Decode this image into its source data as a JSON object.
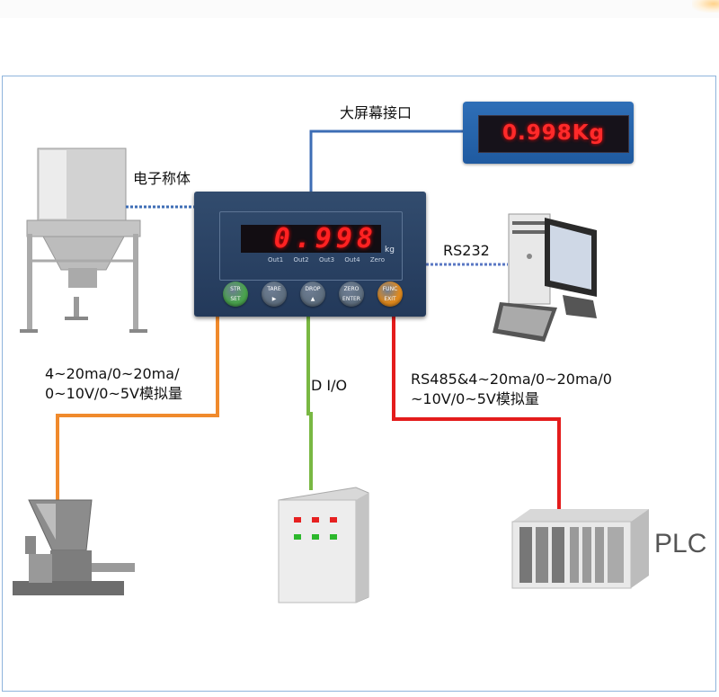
{
  "labels": {
    "big_screen_interface": "大屏幕接口",
    "load_cell": "电子称体",
    "rs232": "RS232",
    "analog_left_line1": "4~20ma/0~20ma/",
    "analog_left_line2": "0~10V/0~5V模拟量",
    "dio": "D I/O",
    "rs485_line1": "RS485&4~20ma/0~20ma/0",
    "rs485_line2": "~10V/0~5V模拟量",
    "plc": "PLC"
  },
  "big_display": {
    "value": "0.998Kg"
  },
  "indicator": {
    "reading": "0.998",
    "unit": "kg",
    "outputs": [
      "Out1",
      "Out2",
      "Out3",
      "Out4",
      "Zero"
    ],
    "buttons": [
      {
        "top": "STR",
        "bottom": "SET",
        "color": "#4aa34e"
      },
      {
        "top": "TARE",
        "bottom": "▶",
        "color": "#5f6f80"
      },
      {
        "top": "DROP",
        "bottom": "▲",
        "color": "#5f6f80"
      },
      {
        "top": "ZERO",
        "bottom": "ENTER",
        "color": "#5f6f80"
      },
      {
        "top": "FUNC",
        "bottom": "EXIT",
        "color": "#e08a1e"
      }
    ]
  },
  "colors": {
    "wire_blue": "#3d6db5",
    "wire_orange": "#f08a2c",
    "wire_green": "#79b843",
    "wire_red": "#e41c1c",
    "led_red": "#ff2222",
    "frame_border": "#8fb4dc"
  },
  "icons": [
    "hopper-icon",
    "computer-icon",
    "mixer-machine-icon",
    "control-cabinet-icon",
    "plc-rack-icon"
  ]
}
